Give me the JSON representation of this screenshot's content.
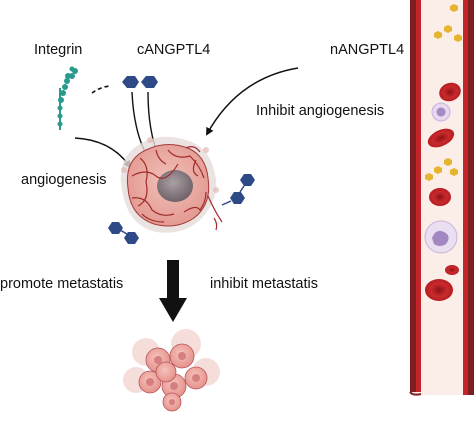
{
  "labels": {
    "integrin": "Integrin",
    "cangptl4": "cANGPTL4",
    "nangptl4": "nANGPTL4",
    "inhibit_angiogenesis": "Inhibit angiogenesis",
    "angiogenesis": "angiogenesis",
    "promote_metastasis": "promote metastatis",
    "inhibit_metastasis": "inhibit metastatis"
  },
  "colors": {
    "tumor": "#e8a29c",
    "tumor_outline": "#a43a3a",
    "nucleus": "#8c7f86",
    "vessel_wall": "#b5171c",
    "vessel_inner": "#fbeee9",
    "vessel_outer": "#8a2424",
    "protein": "#2e4a86",
    "integrin": "#2a9a8e",
    "rbc": "#c0262a",
    "platelet": "#e6b530",
    "arrow": "#111111"
  },
  "icons": [
    "integrin-receptor-icon",
    "angptl4-protein-icon",
    "tumor-cell-icon",
    "blood-vessel-icon",
    "red-blood-cell-icon",
    "white-blood-cell-icon",
    "platelet-icon",
    "tumor-cluster-icon"
  ]
}
